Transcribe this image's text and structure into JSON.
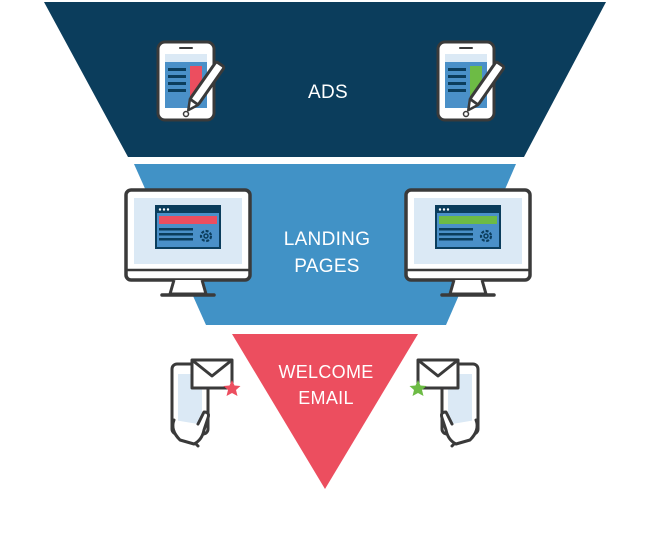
{
  "stages": [
    {
      "label_lines": [
        "ADS"
      ],
      "color": "#0b3d5c",
      "left_icon": "tablet-edit-icon",
      "right_icon": "tablet-edit-icon"
    },
    {
      "label_lines": [
        "LANDING",
        "PAGES"
      ],
      "color": "#4192c6",
      "left_icon": "monitor-webpage-icon",
      "right_icon": "monitor-webpage-icon"
    },
    {
      "label_lines": [
        "WELCOME",
        "EMAIL"
      ],
      "color": "#ec4e5f",
      "left_icon": "phone-email-icon",
      "right_icon": "phone-email-icon"
    }
  ],
  "colors": {
    "icon_stroke": "#3a3a3a",
    "icon_blue": "#4a90c8",
    "icon_light_blue": "#dbe9f5",
    "accent_red": "#ec4e5f",
    "accent_green": "#6dbb45"
  }
}
